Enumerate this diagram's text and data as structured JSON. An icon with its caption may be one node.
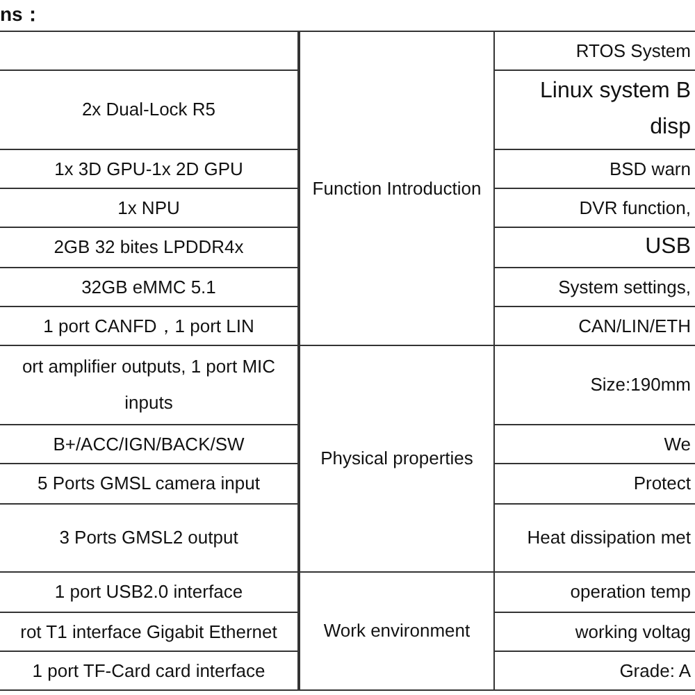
{
  "diagram": {
    "labels": [
      "ns：",
      "Function Introduction",
      "RTOS System",
      "2x Dual-Lock R5",
      "Linux system B disp",
      "1x 3D GPU-1x 2D GPU",
      "BSD warn",
      "1x NPU",
      "DVR function,",
      "2GB 32 bites LPDDR4x",
      "USB",
      "32GB eMMC 5.1",
      "System settings,",
      "1 port CANFD，1 port LIN",
      "CAN/LIN/ETH",
      "ort amplifier outputs, 1 port MIC inputs",
      "Physical properties",
      "Size:190mm",
      "B+/ACC/IGN/BACK/SW",
      "We",
      "5 Ports GMSL camera input",
      "Protect",
      "3 Ports GMSL2 output",
      "Heat dissipation met",
      "1 port USB2.0 interface",
      "Work environment",
      "operation temp",
      "rot T1 interface Gigabit Ethernet",
      "working voltag",
      "1 port TF-Card card interface",
      "Grade: A"
    ]
  }
}
